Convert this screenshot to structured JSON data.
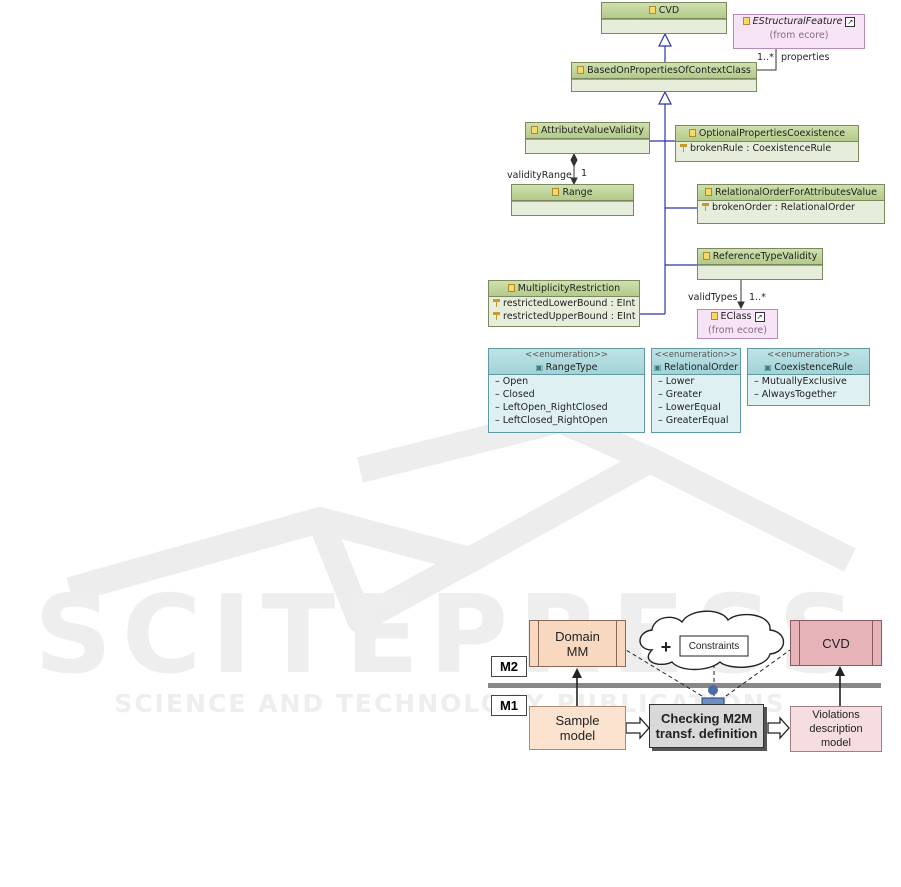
{
  "watermark": {
    "word": "SCITEPRESS",
    "tagline": "SCIENCE AND TECHNOLOGY PUBLICATIONS"
  },
  "metamodel": {
    "cvd": "CVD",
    "structural_feature": {
      "name": "EStructuralFeature",
      "origin": "(from ecore)"
    },
    "based_on": "BasedOnPropertiesOfContextClass",
    "properties_label": "properties",
    "properties_mult": "1..*",
    "attribute_value_validity": "AttributeValueValidity",
    "validity_range_label": "validityRange",
    "validity_range_mult": "1",
    "range": "Range",
    "optional_coexistence": {
      "name": "OptionalPropertiesCoexistence",
      "attr": "brokenRule : CoexistenceRule"
    },
    "relational_order": {
      "name": "RelationalOrderForAttributesValue",
      "attr": "brokenOrder : RelationalOrder"
    },
    "reference_type_validity": "ReferenceTypeValidity",
    "valid_types_label": "validTypes",
    "valid_types_mult": "1..*",
    "eclass": {
      "name": "EClass",
      "origin": "(from ecore)"
    },
    "multiplicity": {
      "name": "MultiplicityRestriction",
      "attrs": [
        "restrictedLowerBound : EInt",
        "restrictedUpperBound : EInt"
      ]
    },
    "enums": [
      {
        "stereotype": "<<enumeration>>",
        "name": "RangeType",
        "literals": [
          "Open",
          "Closed",
          "LeftOpen_RightClosed",
          "LeftClosed_RightOpen"
        ]
      },
      {
        "stereotype": "<<enumeration>>",
        "name": "RelationalOrder",
        "literals": [
          "Lower",
          "Greater",
          "LowerEqual",
          "GreaterEqual"
        ]
      },
      {
        "stereotype": "<<enumeration>>",
        "name": "CoexistenceRule",
        "literals": [
          "MutuallyExclusive",
          "AlwaysTogether"
        ]
      }
    ]
  },
  "flow": {
    "m2": "M2",
    "m1": "M1",
    "domain_mm": [
      "Domain",
      "MM"
    ],
    "constraints": "Constraints",
    "cvd": "CVD",
    "sample_model": [
      "Sample",
      "model"
    ],
    "checking": [
      "Checking M2M",
      "transf. definition"
    ],
    "violations": [
      "Violations",
      "description",
      "model"
    ],
    "colors": {
      "domain": "#f8d9bf",
      "cvd": "#e6b3b8",
      "sample": "#fbe3cf",
      "checking": "#d9d9d9",
      "violations": "#f6dde0"
    }
  }
}
